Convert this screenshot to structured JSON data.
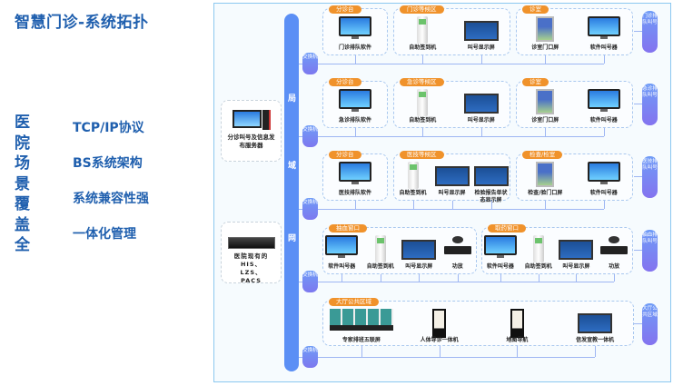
{
  "title": "智慧门诊-系统拓扑",
  "side_title": "医院场景覆盖全",
  "features": [
    "TCP/IP协议",
    "BS系统架构",
    "系统兼容性强",
    "一体化管理"
  ],
  "network": {
    "chars": [
      "局",
      "域",
      "网"
    ],
    "switch_label": "交换机"
  },
  "servers": [
    {
      "label": "分诊叫号及信息发布服务器",
      "icon": "server-pc-icon"
    },
    {
      "label": "医院现有的HIS、LZS、PACS",
      "icon": "rack-server-icon"
    }
  ],
  "rows": [
    {
      "side": "门诊排队叫号",
      "groups": [
        {
          "tag": "分诊台",
          "devices": [
            {
              "label": "门诊排队软件",
              "type": "mon"
            }
          ]
        },
        {
          "tag": "门诊等候区",
          "devices": [
            {
              "label": "自助签到机",
              "type": "kiosk"
            },
            {
              "label": "叫号显示屏",
              "type": "disp"
            }
          ]
        },
        {
          "tag": "诊室",
          "devices": [
            {
              "label": "诊室门口屏",
              "type": "door"
            },
            {
              "label": "软件叫号器",
              "type": "mon"
            }
          ]
        }
      ]
    },
    {
      "side": "急诊排队叫号",
      "groups": [
        {
          "tag": "分诊台",
          "devices": [
            {
              "label": "急诊排队软件",
              "type": "mon"
            }
          ]
        },
        {
          "tag": "急诊等候区",
          "devices": [
            {
              "label": "自助签到机",
              "type": "kiosk"
            },
            {
              "label": "叫号显示屏",
              "type": "disp"
            }
          ]
        },
        {
          "tag": "诊室",
          "devices": [
            {
              "label": "诊室门口屏",
              "type": "door"
            },
            {
              "label": "软件叫号器",
              "type": "mon"
            }
          ]
        }
      ]
    },
    {
      "side": "医技排队叫号",
      "groups": [
        {
          "tag": "分诊台",
          "devices": [
            {
              "label": "医技排队软件",
              "type": "mon"
            }
          ]
        },
        {
          "tag": "医技等候区",
          "devices": [
            {
              "label": "自助签到机",
              "type": "kiosk"
            },
            {
              "label": "叫号显示屏",
              "type": "disp"
            },
            {
              "label": "检验报告单状态显示屏",
              "type": "disp"
            }
          ]
        },
        {
          "tag": "检查/检室",
          "devices": [
            {
              "label": "检查/验门口屏",
              "type": "door"
            },
            {
              "label": "软件叫号器",
              "type": "mon"
            }
          ]
        }
      ]
    },
    {
      "side": "抽血排队叫号",
      "groups": [
        {
          "tag": "抽血窗口",
          "devices": [
            {
              "label": "软件叫号器",
              "type": "mon"
            },
            {
              "label": "自助签到机",
              "type": "kiosk"
            },
            {
              "label": "叫号显示屏",
              "type": "disp"
            },
            {
              "label": "功放",
              "type": "amp"
            }
          ]
        },
        {
          "tag": "取药窗口",
          "devices": [
            {
              "label": "软件叫号器",
              "type": "mon"
            },
            {
              "label": "自助签到机",
              "type": "kiosk"
            },
            {
              "label": "叫号显示屏",
              "type": "disp"
            },
            {
              "label": "功放",
              "type": "amp"
            }
          ]
        }
      ]
    },
    {
      "side": "大厅公共区域",
      "groups": [
        {
          "tag": "大厅公共区域",
          "devices": [
            {
              "label": "专家排班五联屏",
              "type": "five"
            },
            {
              "label": "人体导诊一体机",
              "type": "tall"
            },
            {
              "label": "地图导航",
              "type": "tall"
            },
            {
              "label": "信发宣教一体机",
              "type": "disp"
            }
          ]
        }
      ]
    }
  ],
  "colors": {
    "title": "#1f5fae",
    "network": "#5b8ff5",
    "tag": "#f0922b",
    "switch": "#6f9cf7"
  }
}
